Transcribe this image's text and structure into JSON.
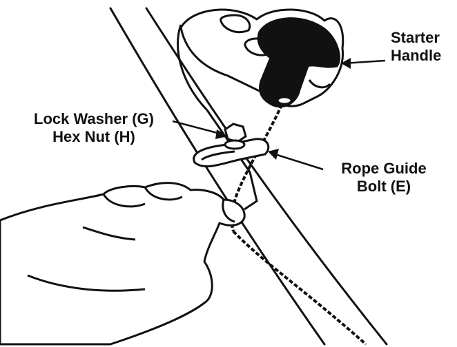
{
  "callouts": {
    "starter_handle": {
      "line1": "Starter",
      "line2": "Handle"
    },
    "lock_washer_hex_nut": {
      "line1": "Lock Washer (G)",
      "line2": "Hex Nut (H)"
    },
    "rope_guide_bolt": {
      "line1": "Rope Guide",
      "line2": "Bolt (E)"
    }
  },
  "colors": {
    "ink": "#111111",
    "paper": "#ffffff"
  }
}
